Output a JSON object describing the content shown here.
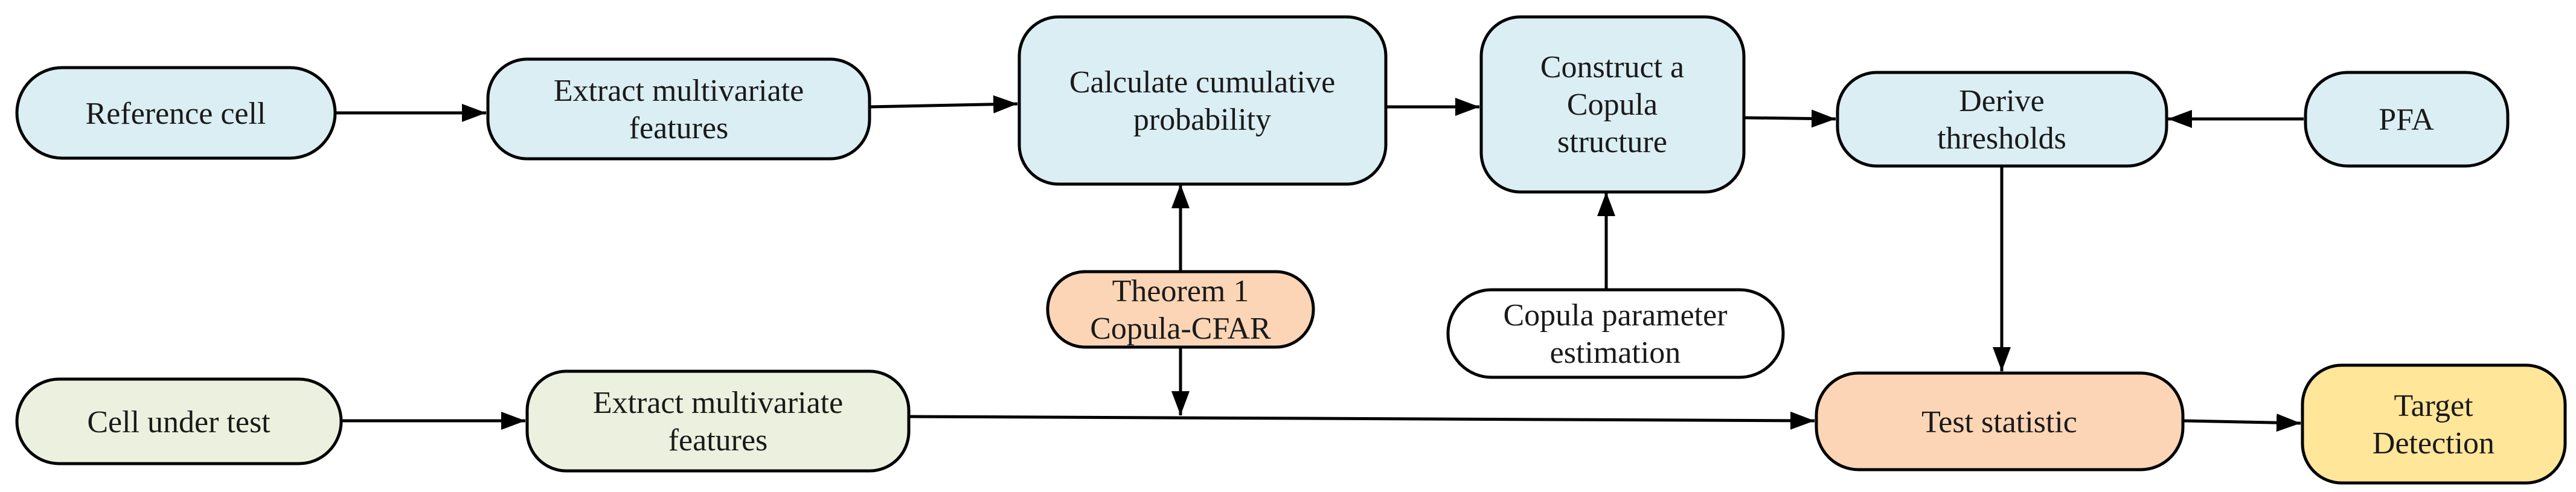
{
  "colors": {
    "blue": "#daeef3",
    "green": "#ebf1de",
    "orange": "#fbd5b5",
    "yellow": "#ffe699",
    "white": "#ffffff",
    "stroke": "#000000"
  },
  "nodes": {
    "reference_cell": {
      "lines": [
        "Reference cell"
      ]
    },
    "extract_top": {
      "lines": [
        "Extract multivariate",
        "features"
      ]
    },
    "calc_cumulative": {
      "lines": [
        "Calculate cumulative",
        "probability"
      ]
    },
    "construct_copula": {
      "lines": [
        "Construct a",
        "Copula",
        "structure"
      ]
    },
    "derive_thresholds": {
      "lines": [
        "Derive",
        "thresholds"
      ]
    },
    "pfa": {
      "lines": [
        "PFA"
      ]
    },
    "theorem": {
      "lines": [
        "Theorem 1",
        "Copula-CFAR"
      ]
    },
    "copula_param": {
      "lines": [
        "Copula parameter",
        "estimation"
      ]
    },
    "cell_under_test": {
      "lines": [
        "Cell under test"
      ]
    },
    "extract_bottom": {
      "lines": [
        "Extract multivariate",
        "features"
      ]
    },
    "test_statistic": {
      "lines": [
        "Test statistic"
      ]
    },
    "target_detection": {
      "lines": [
        "Target",
        "Detection"
      ]
    }
  }
}
